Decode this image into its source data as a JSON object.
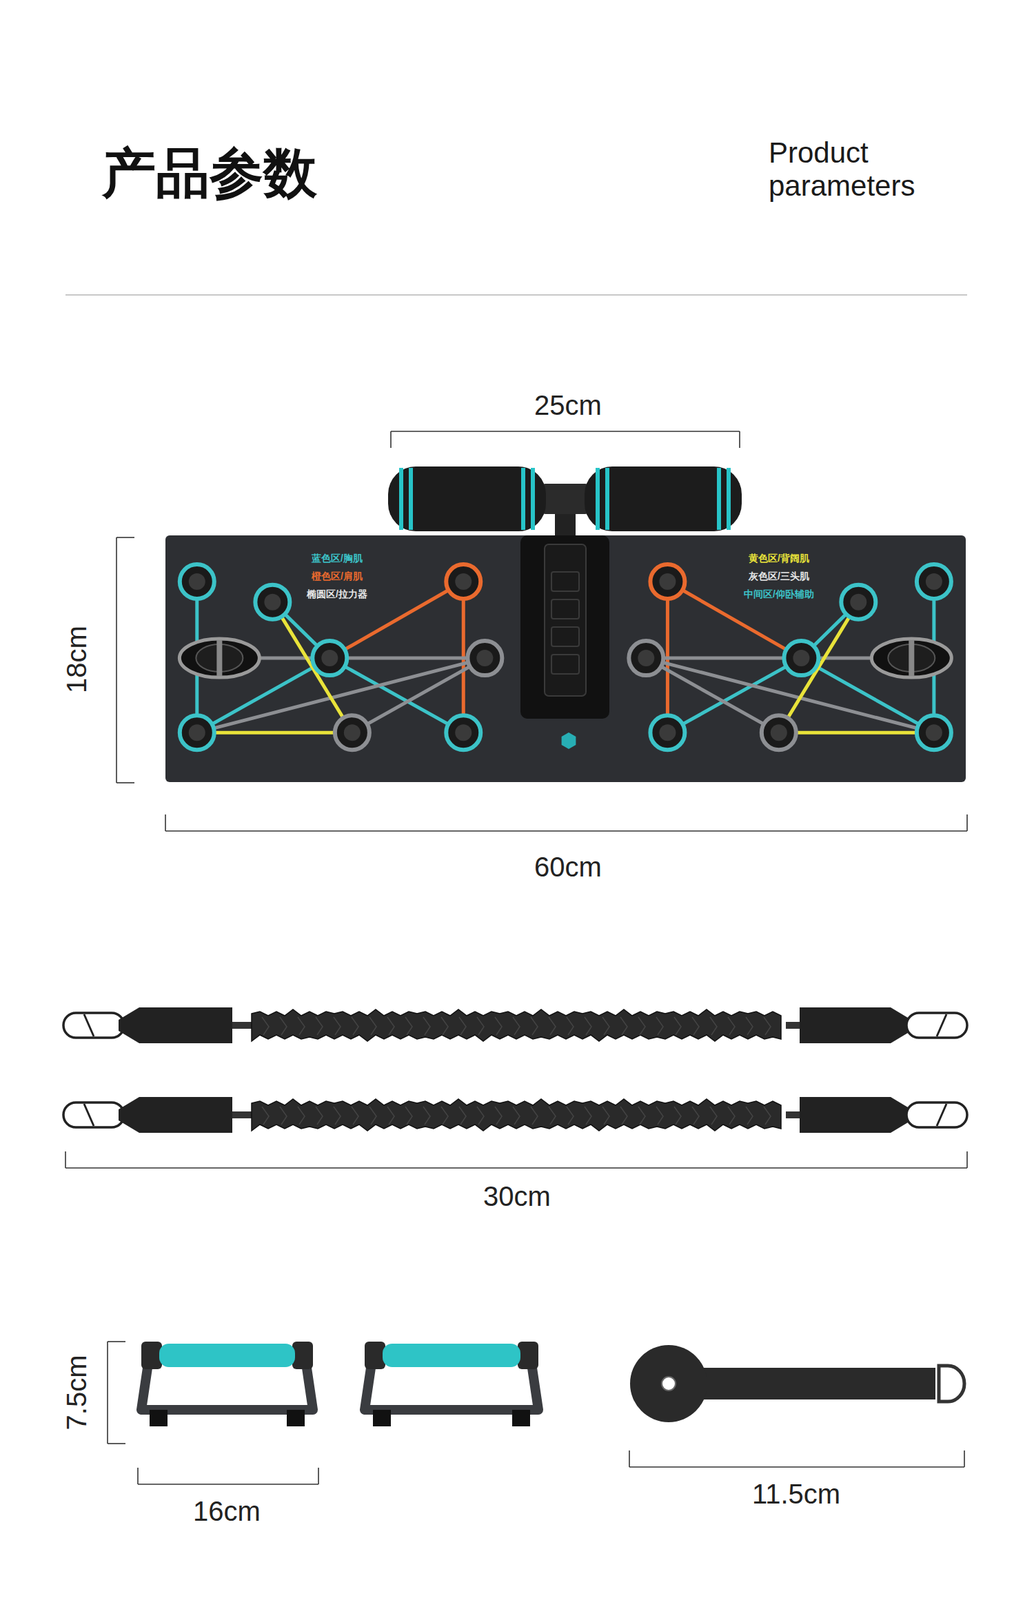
{
  "diagram": {
    "title": "产品参数",
    "labels": [
      "Product parameters",
      "25cm",
      "18cm",
      "60cm",
      "30cm",
      "7.5cm",
      "16cm",
      "11.5cm"
    ],
    "legend": [
      {
        "text": "蓝色区/胸肌",
        "color": "#3cc3c8"
      },
      {
        "text": "橙色区/肩肌",
        "color": "#ea6a2e"
      },
      {
        "text": "椭圆区/拉力器",
        "color": "#e6e6e6"
      },
      {
        "text": "黄色区/背阔肌",
        "color": "#e9e33a"
      },
      {
        "text": "灰色区/三头肌",
        "color": "#e6e6e6"
      },
      {
        "text": "中间区/仰卧辅助",
        "color": "#3cc3c8"
      }
    ]
  }
}
